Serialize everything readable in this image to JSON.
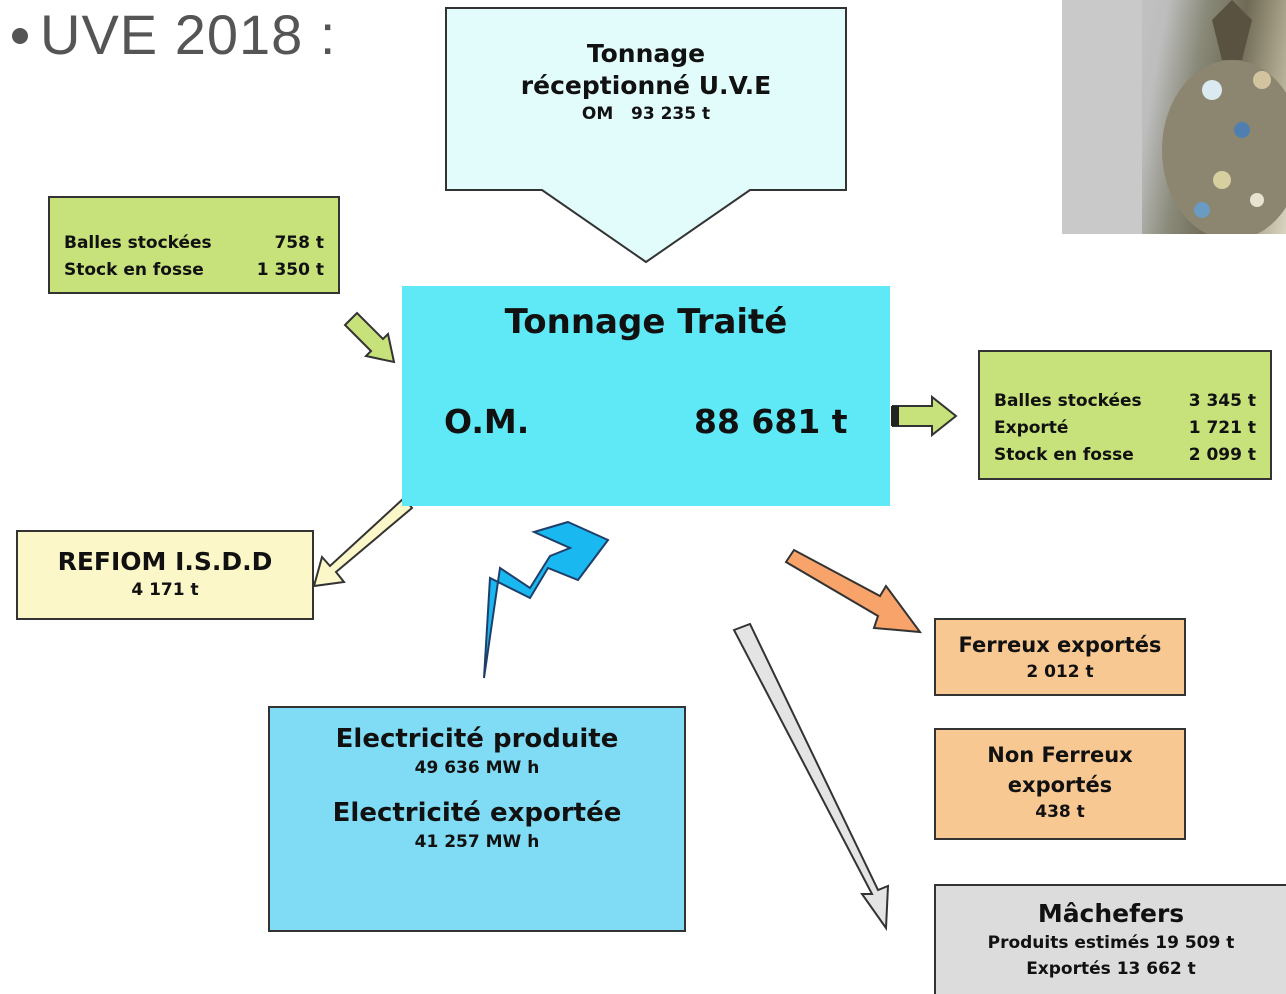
{
  "heading": "UVE 2018 :",
  "received": {
    "title_line1": "Tonnage",
    "title_line2": "réceptionné U.V.E",
    "label": "OM",
    "value": "93 235 t"
  },
  "stock_in": {
    "rows": [
      {
        "label": "Balles stockées",
        "value": "758 t"
      },
      {
        "label": "Stock en fosse",
        "value": "1 350 t"
      }
    ]
  },
  "treated": {
    "title": "Tonnage Traité",
    "label": "O.M.",
    "value": "88 681 t"
  },
  "stock_out": {
    "rows": [
      {
        "label": "Balles stockées",
        "value": "3 345 t"
      },
      {
        "label": "Exporté",
        "value": "1 721 t"
      },
      {
        "label": "Stock en fosse",
        "value": "2 099 t"
      }
    ]
  },
  "refiom": {
    "title": "REFIOM I.S.D.D",
    "value": "4 171 t"
  },
  "electricity": {
    "produced_label": "Electricité produite",
    "produced_value": "49 636 MW h",
    "exported_label": "Electricité exportée",
    "exported_value": "41 257 MW h"
  },
  "ferrous": {
    "title": "Ferreux exportés",
    "value": "2 012 t"
  },
  "nonferrous": {
    "title_line1": "Non Ferreux",
    "title_line2": "exportés",
    "value": "438 t"
  },
  "machefers": {
    "title": "Mâchefers",
    "line1": "Produits estimés 19 509 t",
    "line2": "Exportés 13 662 t"
  },
  "colors": {
    "arrow_green": "#c7e27a",
    "arrow_orange": "#f8a36a",
    "arrow_yellow": "#fcf7c8",
    "bolt": "#1ab8f0",
    "treated_box": "#5fe8f6"
  }
}
